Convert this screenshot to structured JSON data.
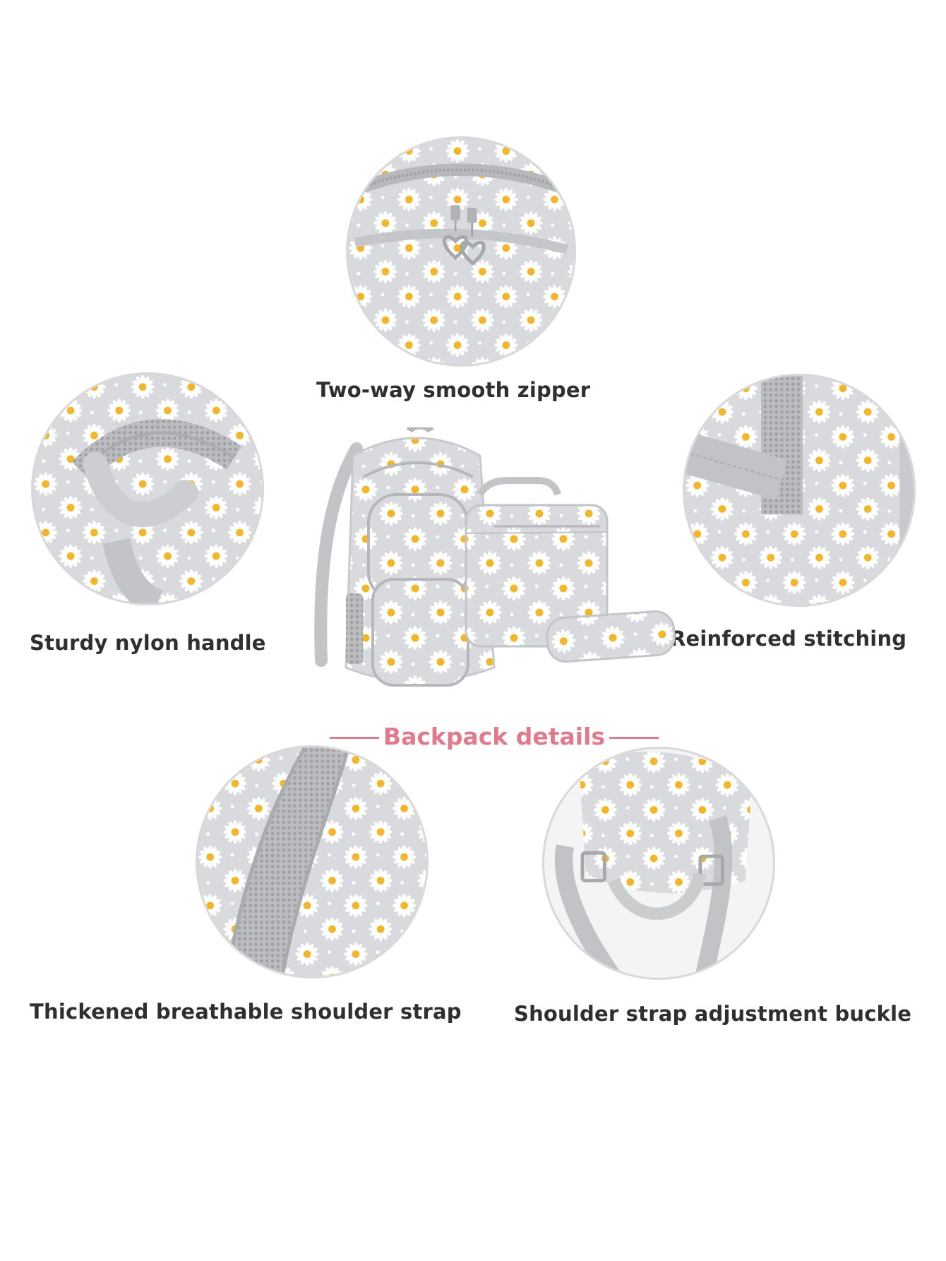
{
  "captions": {
    "zipper": "Two-way smooth zipper",
    "handle": "Sturdy nylon handle",
    "stitching": "Reinforced stitching",
    "strap": "Thickened breathable shoulder strap",
    "buckle": "Shoulder strap adjustment buckle"
  },
  "center_title": "Backpack details",
  "colors": {
    "fabric": "#d9dadd",
    "daisy_center": "#f2b62a",
    "title_pink": "#e07a8c",
    "caption_text": "#2f2f2f",
    "circle_border": "#d8d8d8"
  },
  "icons": {
    "zipper": "heart-zipper-pull-icon",
    "handle": "handle-icon",
    "stitching": "stitching-icon",
    "strap": "mesh-strap-icon",
    "buckle": "buckle-icon"
  }
}
